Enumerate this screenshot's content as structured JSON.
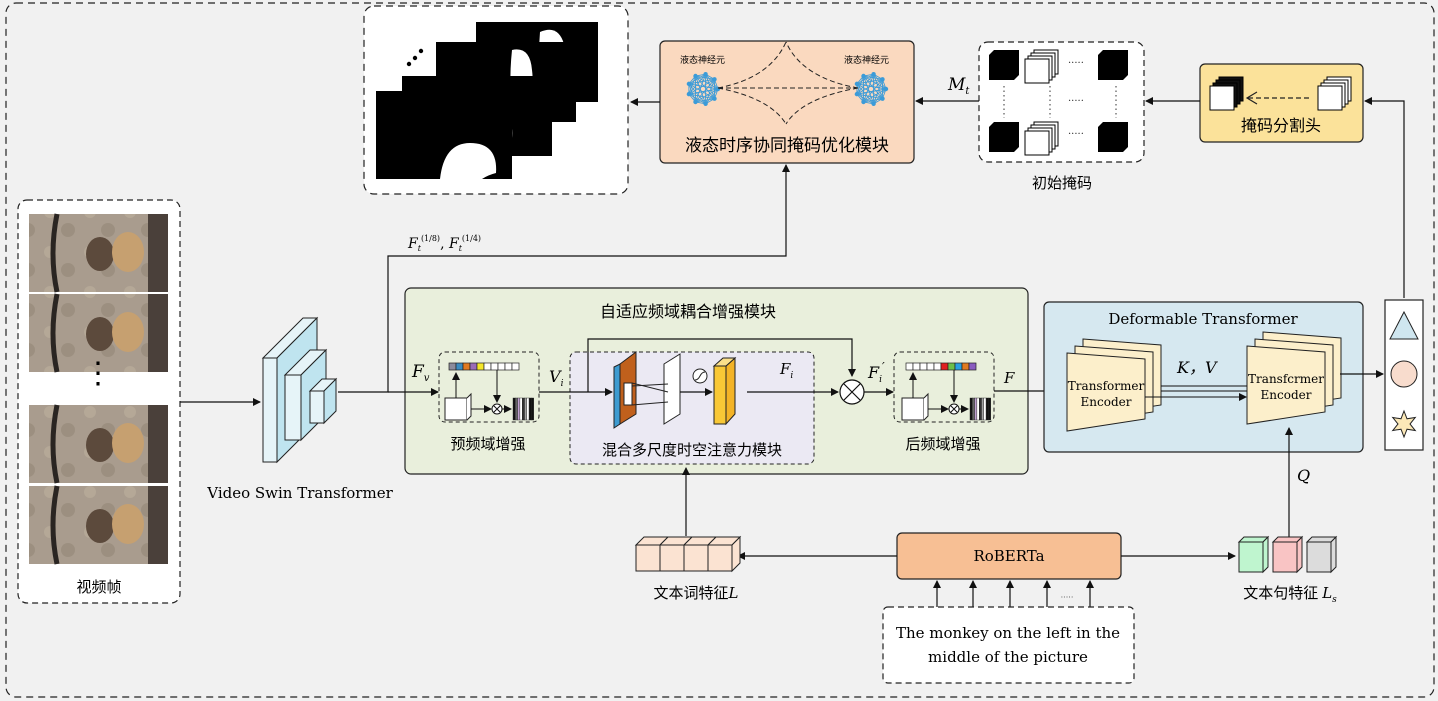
{
  "modules": {
    "video_frames": {
      "label": "视频帧",
      "frame_count_shown": 4,
      "ellipsis": "⋮"
    },
    "backbone": {
      "label": "Video Swin Transformer"
    },
    "multiscale_features": {
      "label": "F_t^(1/8), F_t^(1/4)",
      "f": "F",
      "sub": "t",
      "sup1": "(1/8)",
      "sup2": "(1/4)"
    },
    "refine": {
      "title": "液态时序协同掩码优化模块",
      "neuron_left": "液态神经元",
      "neuron_right": "液态神经元"
    },
    "initial_masks": {
      "label": "初始掩码",
      "symbol": "M",
      "symbol_sub": "t",
      "dots": "·····"
    },
    "mask_head": {
      "label": "掩码分割头"
    },
    "afce": {
      "title": "自适应频域耦合增强模块"
    },
    "pre_freq": {
      "label": "预频域增强",
      "input_symbol": "F",
      "input_sub": "v"
    },
    "attention": {
      "label": "混合多尺度时空注意力模块",
      "input_symbol": "V",
      "input_sub": "i",
      "output_symbol": "F",
      "output_sub": "i",
      "sigmoid_icon": "sigmoid-icon"
    },
    "fusion": {
      "symbol": "F",
      "sub": "i",
      "prime": "′",
      "op": "⊗"
    },
    "post_freq": {
      "label": "后频域增强",
      "output_symbol": "F"
    },
    "deformable": {
      "title": "Deformable Transformer",
      "encoder1": [
        "Transformer",
        "Encoder"
      ],
      "encoder2": [
        "Transfcrmer",
        "Encoder"
      ],
      "kv_label": "K，V",
      "q_label": "Q"
    },
    "roberta": {
      "label": "RoBERTa",
      "dots": "·····"
    },
    "word_features": {
      "label": "文本词特征",
      "symbol": "L"
    },
    "sentence_features": {
      "label": "文本句特征",
      "symbol": "L",
      "sub": "s"
    },
    "text_query": {
      "line1": "The monkey on the left in the",
      "line2": "middle of the picture"
    }
  },
  "colors": {
    "refine_fill": "#fad9bf",
    "mask_head_fill": "#fbe29a",
    "afce_fill": "#e9efdc",
    "attention_fill": "#ebe9f3",
    "deformable_fill": "#d6e8f0",
    "encoder_fill": "#fcefcb",
    "roberta_fill": "#f7bf94",
    "word_cube_fill": "#fbe3d2",
    "backbone_fill": "#bfe4ef",
    "neuron": "#3b9bd8",
    "cube_green": "#bff5cf",
    "cube_red": "#f9c4c4",
    "cube_gray": "#dcdcdc",
    "attn_orange": "#c0601c",
    "attn_yellow": "#f8c836"
  },
  "freq_bars": {
    "pre": [
      "#8c8c9c",
      "#3c8cc0",
      "#e07a20",
      "#9a6cb8",
      "#f5e72a",
      "#ffffff",
      "#ffffff",
      "#ffffff",
      "#ffffff",
      "#ffffff"
    ],
    "post": [
      "#ffffff",
      "#ffffff",
      "#ffffff",
      "#ffffff",
      "#ffffff",
      "#e02020",
      "#6cc04a",
      "#2aa0e0",
      "#e07a20",
      "#8a5cc0"
    ]
  },
  "query_shapes": [
    "triangle-icon",
    "circle-icon",
    "star-icon"
  ]
}
